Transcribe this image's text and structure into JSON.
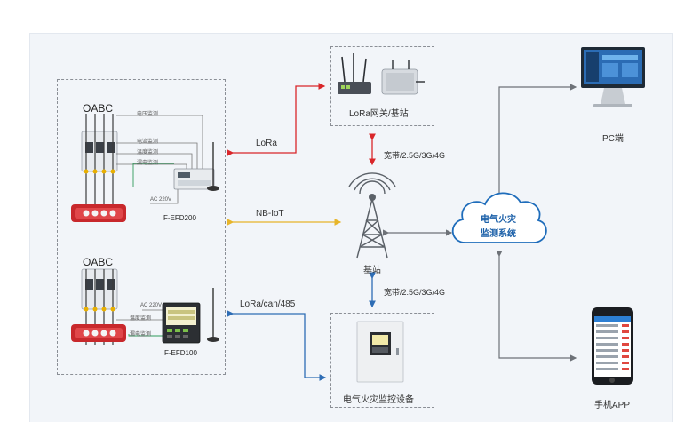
{
  "devices": {
    "group1_title": "OABC",
    "group1_signals": [
      "电压监测",
      "电流监测",
      "温度监测",
      "漏电监测"
    ],
    "group1_ac": "AC 220V",
    "group1_model": "F-EFD200",
    "group2_title": "OABC",
    "group2_ac": "AC 220V",
    "group2_temp": "温度监测",
    "group2_leak": "漏电监测",
    "group2_model": "F-EFD100"
  },
  "gateway": {
    "label": "LoRa网关/基站"
  },
  "links": {
    "lora": "LoRa",
    "nbiot": "NB-IoT",
    "lora_can_485": "LoRa/can/485",
    "broadband_top": "宽带/2.5G/3G/4G",
    "broadband_bottom": "宽带/2.5G/3G/4G"
  },
  "tower": {
    "label": "基站"
  },
  "cloud": {
    "line1": "电气火灾",
    "line2": "监测系统"
  },
  "pc": {
    "label": "PC端"
  },
  "phone": {
    "label": "手机APP"
  },
  "monitor_panel": {
    "label": "电气火灾监控设备"
  },
  "colors": {
    "lora": "#d9262a",
    "nbiot": "#f2c230",
    "wired": "#2e6db5",
    "gray_link": "#7d8187",
    "cloud_text": "#1a5fa8"
  }
}
